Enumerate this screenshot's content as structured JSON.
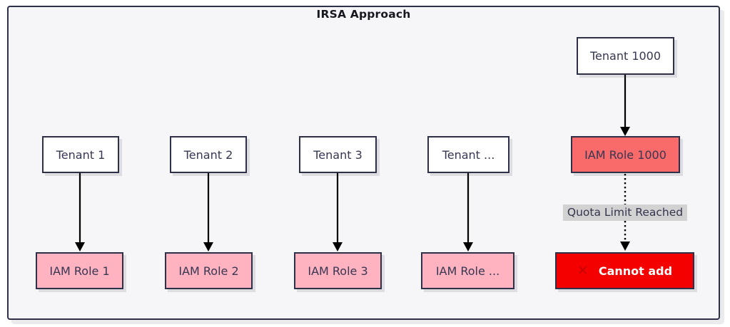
{
  "title": "IRSA Approach",
  "colors": {
    "frame_border": "#2e3048",
    "canvas_bg": "#f6f6f9",
    "tenant_box_bg": "#ffffff",
    "role_box_bg": "#ffb3c1",
    "overflow_role_bg": "#f96b6b",
    "error_bg": "#f40000",
    "error_text": "#ffffff",
    "edge_label_bg": "#d2d2d2",
    "box_text": "#363752",
    "arrow": "#000000"
  },
  "pairs": [
    {
      "tenant": "Tenant 1",
      "role": "IAM Role 1"
    },
    {
      "tenant": "Tenant 2",
      "role": "IAM Role 2"
    },
    {
      "tenant": "Tenant 3",
      "role": "IAM Role 3"
    },
    {
      "tenant": "Tenant ...",
      "role": "IAM Role ..."
    }
  ],
  "overflow": {
    "tenant": "Tenant 1000",
    "role": "IAM Role 1000",
    "edge_label": "Quota Limit Reached",
    "error_label": "Cannot add",
    "error_icon": "✕"
  }
}
